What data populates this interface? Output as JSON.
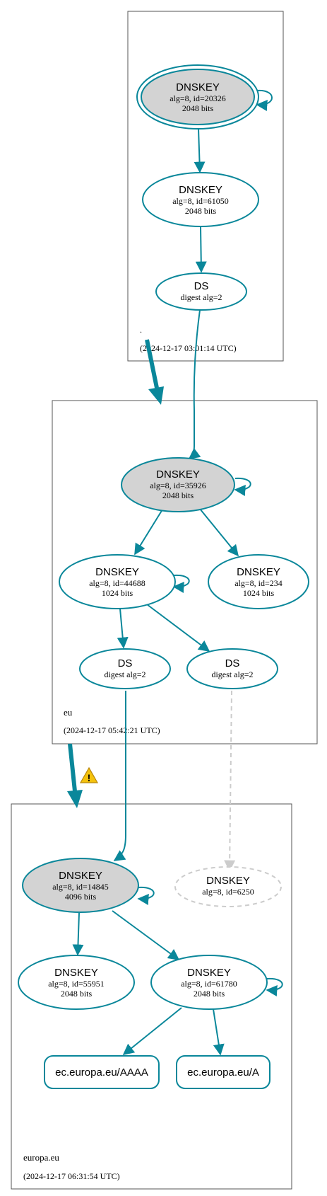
{
  "colors": {
    "edge": "#0a879a",
    "node_fill_ksk": "#d3d3d3",
    "node_fill": "#ffffff",
    "missing": "#cccccc",
    "zone_border": "#555555",
    "warning": "#f4c20d"
  },
  "zones": {
    "root": {
      "name": ".",
      "timestamp": "(2024-12-17 03:01:14 UTC)"
    },
    "eu": {
      "name": "eu",
      "timestamp": "(2024-12-17 05:42:21 UTC)"
    },
    "europa": {
      "name": "europa.eu",
      "timestamp": "(2024-12-17 06:31:54 UTC)"
    }
  },
  "nodes": {
    "root_ksk": {
      "title": "DNSKEY",
      "line1": "alg=8, id=20326",
      "line2": "2048 bits"
    },
    "root_zsk": {
      "title": "DNSKEY",
      "line1": "alg=8, id=61050",
      "line2": "2048 bits"
    },
    "root_ds": {
      "title": "DS",
      "line1": "digest alg=2"
    },
    "eu_ksk": {
      "title": "DNSKEY",
      "line1": "alg=8, id=35926",
      "line2": "2048 bits"
    },
    "eu_zsk1": {
      "title": "DNSKEY",
      "line1": "alg=8, id=44688",
      "line2": "1024 bits"
    },
    "eu_zsk2": {
      "title": "DNSKEY",
      "line1": "alg=8, id=234",
      "line2": "1024 bits"
    },
    "eu_ds1": {
      "title": "DS",
      "line1": "digest alg=2"
    },
    "eu_ds2": {
      "title": "DS",
      "line1": "digest alg=2"
    },
    "europa_ksk": {
      "title": "DNSKEY",
      "line1": "alg=8, id=14845",
      "line2": "4096 bits"
    },
    "europa_missing": {
      "title": "DNSKEY",
      "line1": "alg=8, id=6250"
    },
    "europa_zsk1": {
      "title": "DNSKEY",
      "line1": "alg=8, id=55951",
      "line2": "2048 bits"
    },
    "europa_zsk2": {
      "title": "DNSKEY",
      "line1": "alg=8, id=61780",
      "line2": "2048 bits"
    },
    "rrset_aaaa": {
      "title": "ec.europa.eu/AAAA"
    },
    "rrset_a": {
      "title": "ec.europa.eu/A"
    }
  },
  "icons": {
    "warning": "warning-triangle-icon"
  }
}
